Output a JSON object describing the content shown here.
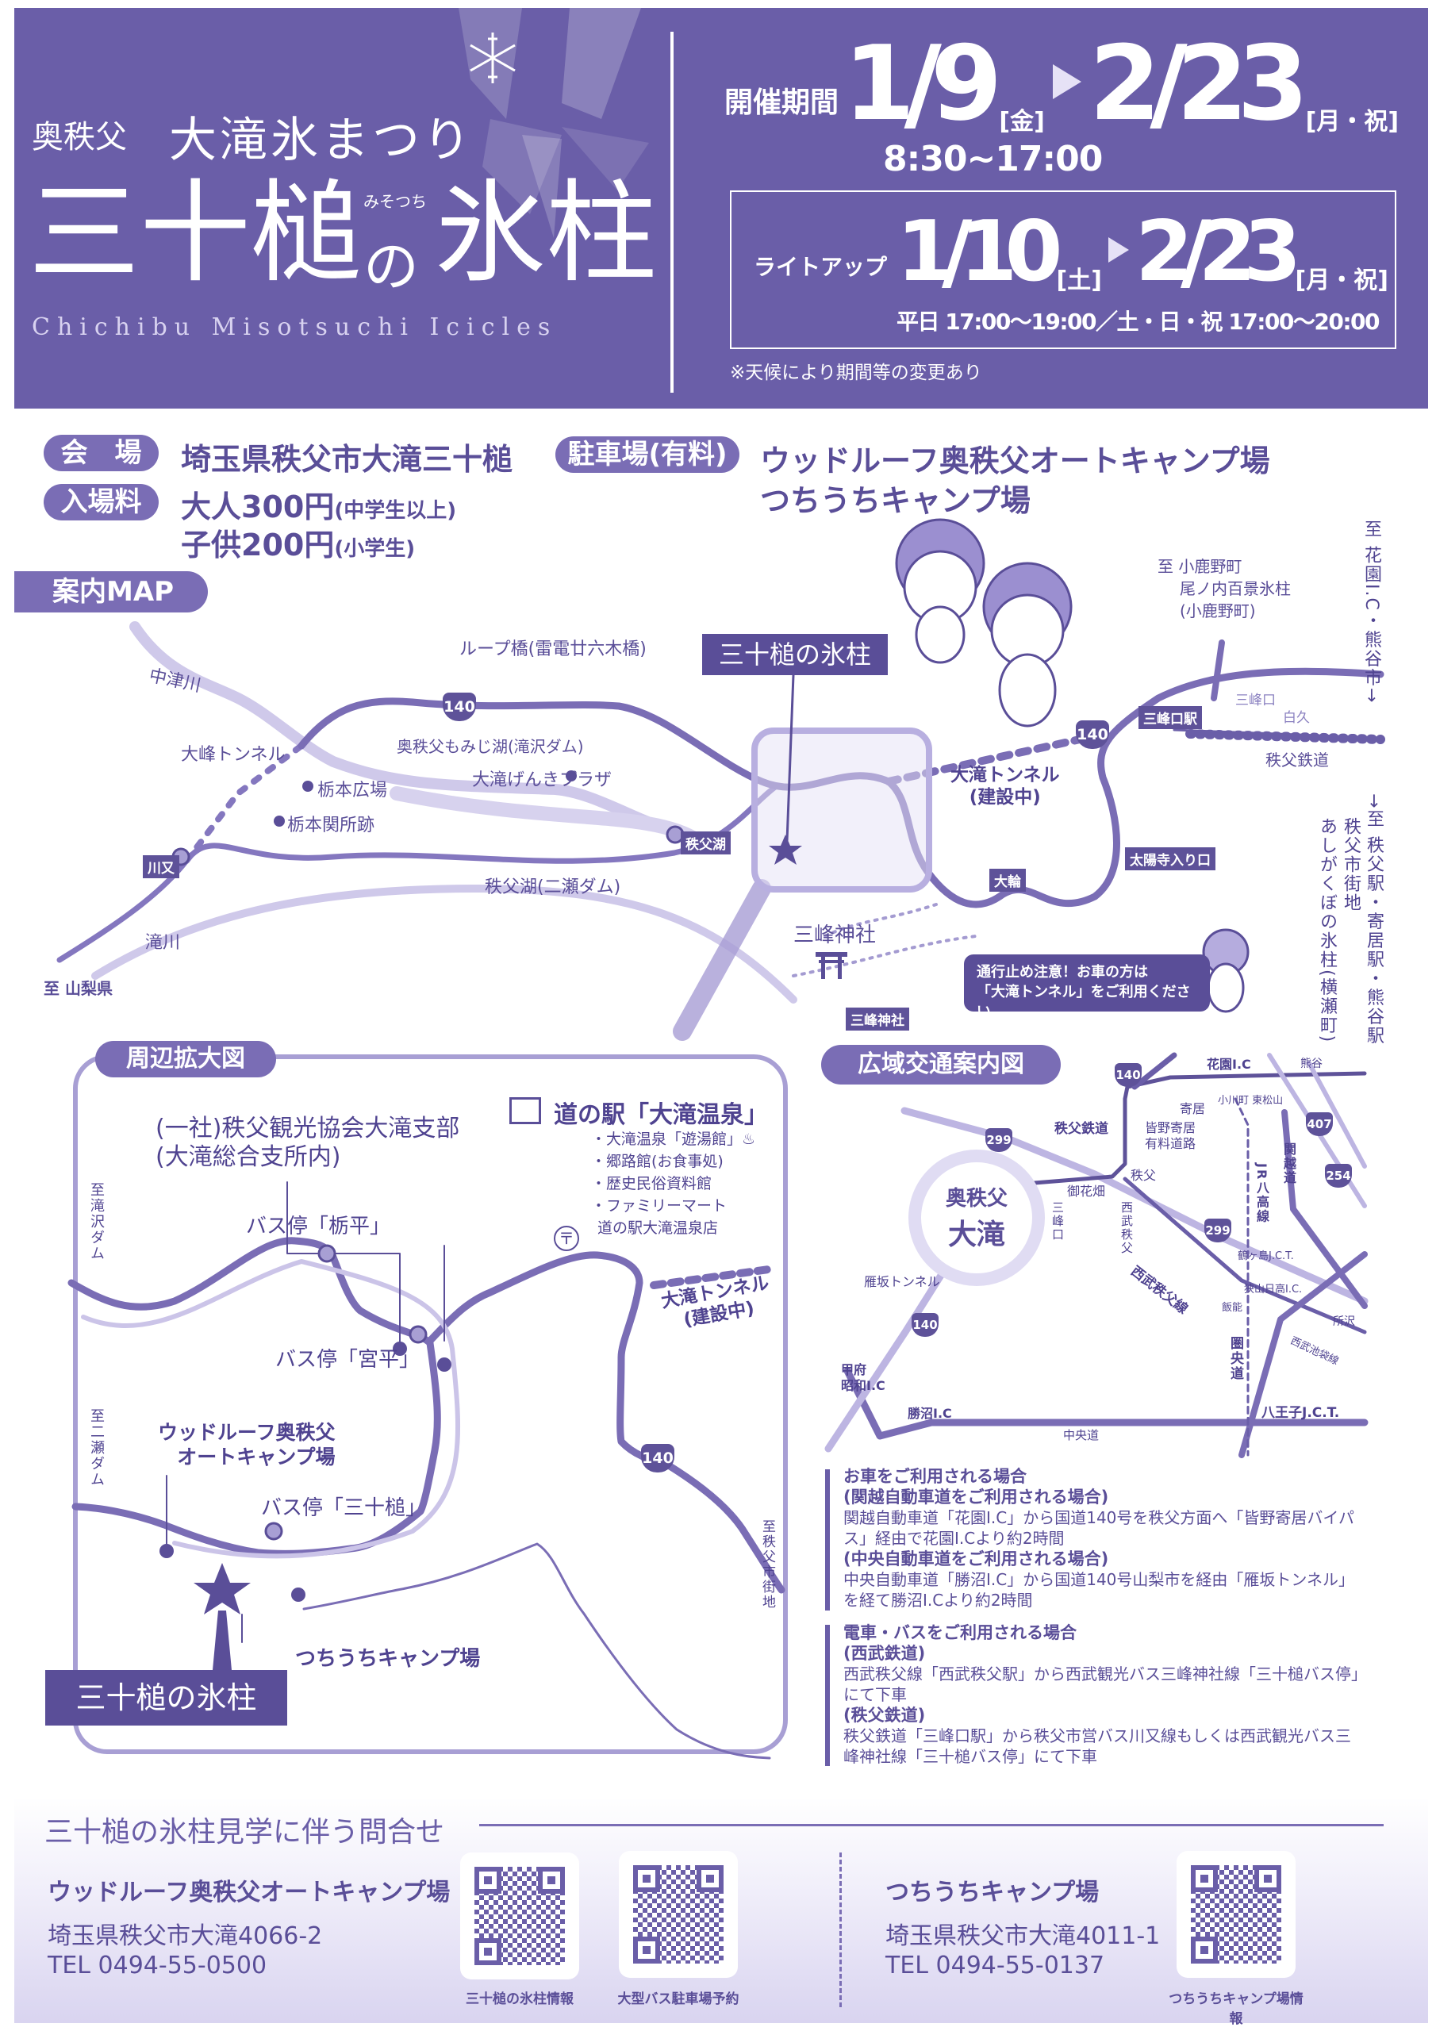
{
  "header": {
    "area": "奥秩父",
    "festival": "大滝氷まつり",
    "title_main": "三十槌",
    "title_ruby": "みそつち",
    "title_no": "の",
    "title_end": "氷柱",
    "english": "Chichibu Misotsuchi Icicles",
    "period_label": "開催期間",
    "period_start": "1/9",
    "period_start_day": "[金]",
    "period_end": "2/23",
    "period_end_day": "[月・祝]",
    "period_hours": "8:30~17:00",
    "lightup_label": "ライトアップ",
    "lightup_start": "1/10",
    "lightup_start_day": "[土]",
    "lightup_end": "2/23",
    "lightup_end_day": "[月・祝]",
    "lightup_hours": "平日 17:00～19:00／土・日・祝 17:00～20:00",
    "note": "※天候により期間等の変更あり"
  },
  "info": {
    "venue_label": "会　場",
    "venue": "埼玉県秩父市大滝三十槌",
    "fee_label": "入場料",
    "fee_adult": "大人300円",
    "fee_adult_note": "(中学生以上)",
    "fee_child": "子供200円",
    "fee_child_note": "(小学生)",
    "parking_label": "駐車場(有料)",
    "parking_1": "ウッドルーフ奥秩父オートキャンプ場",
    "parking_2": "つちうちキャンプ場"
  },
  "map": {
    "tab": "案内MAP",
    "labels": {
      "loop_bridge": "ループ橋(雷電廿六木橋)",
      "nakatsu_river": "中津川",
      "route_140": "140",
      "momiji_lake": "奥秩父もみじ湖(滝沢ダム)",
      "omine_tunnel": "大峰トンネル",
      "genki_plaza": "大滝げんきプラザ",
      "tochimoto_hiroba": "栃本広場",
      "tochimoto_sekisho": "栃本関所跡",
      "chichibu_lake_bus": "秩父湖",
      "kawamata_bus": "川又",
      "chichibu_lake_dam": "秩父湖(二瀬ダム)",
      "taki_river": "滝川",
      "to_yamanashi": "至 山梨県",
      "spot_callout": "三十槌の氷柱",
      "otaki_tunnel": "大滝トンネル",
      "under_construction": "(建設中)",
      "route_140b": "140",
      "mitsuminekuchi_station": "三峰口駅",
      "mitsuminekuchi": "三峰口",
      "shiroku": "白久",
      "chichibu_railway": "秩父鉄道",
      "taiyoji_bus": "太陽寺入り口",
      "owa_bus": "大輪",
      "mitsumine_shrine": "三峰神社",
      "mitsumine_bus": "三峰神社",
      "warning_1": "通行止め注意！お車の方は",
      "warning_2": "「大滝トンネル」をご利用ください",
      "to_ogano_1": "至 小鹿野町",
      "to_ogano_2": "尾ノ内百景氷柱",
      "to_ogano_3": "(小鹿野町)",
      "to_hanazono": "至 花園I.C・熊谷市→",
      "to_chichibu": "→至 秩父駅・寄居駅・熊谷駅",
      "chichibu_city": "秩父市街地",
      "ashigakubo": "あしがくぼの氷柱(横瀬町)"
    }
  },
  "detail_map": {
    "tab": "周辺拡大図",
    "kanko_1": "(一社)秩父観光協会大滝支部",
    "kanko_2": "(大滝総合支所内)",
    "michinoeki": "道の駅「大滝温泉」",
    "michinoeki_items": [
      "・大滝温泉「遊湯館」♨",
      "・郷路館(お食事処)",
      "・歴史民俗資料館",
      "・ファミリーマート",
      "道の駅大滝温泉店"
    ],
    "to_takizawa": "至滝沢ダム",
    "bus_tochidaira": "バス停「栃平」",
    "bus_miyadaira": "バス停「宮平」",
    "post_office": "〒",
    "tunnel": "大滝トンネル",
    "tunnel_note": "(建設中)",
    "to_futase": "至二瀬ダム",
    "woodroof_1": "ウッドルーフ奥秩父",
    "woodroof_2": "オートキャンプ場",
    "route_140": "140",
    "bus_misotsuchi": "バス停「三十槌」",
    "to_chichibu_city": "至秩父市街地",
    "tsuchiuchi": "つちうちキャンプ場",
    "spot": "三十槌の氷柱"
  },
  "wide_map": {
    "tab": "広域交通案内図",
    "center_1": "奥秩父",
    "center_2": "大滝",
    "labels": {
      "hanazono": "花園I.C",
      "kumagaya": "熊谷",
      "r140": "140",
      "yorii": "寄居",
      "ogawa": "小川町 東松山",
      "r407": "407",
      "chichibu_rail": "秩父鉄道",
      "minano_1": "皆野寄居",
      "minano_2": "有料道路",
      "r299": "299",
      "chichibu": "秩父",
      "ohanabatake": "御花畑",
      "mitsuminekuchi": "三峰口",
      "seibu_chichibu": "西武秩父",
      "jr_hachiko": "JR八高線",
      "kanetsu": "関越道",
      "r254": "254",
      "r299b": "299",
      "tsurugashima": "鶴ヶ島J.C.T.",
      "seibu_line": "西武秩父線",
      "sayama": "狭山日高I.C.",
      "hanno": "飯能",
      "tokorozawa": "所沢",
      "ikebukuro": "西武池袋線",
      "karisaka": "雁坂トンネル",
      "r140b": "140",
      "kenodo": "圏央道",
      "kofu": "甲府",
      "kofu_2": "昭和I.C",
      "katsunuma": "勝沼I.C",
      "chuo": "中央道",
      "hachioji": "八王子J.C.T."
    }
  },
  "access": {
    "car_title": "お車をご利用される場合",
    "kanetsu_title": "(関越自動車道をご利用される場合)",
    "kanetsu_text": "関越自動車道「花園I.C」から国道140号を秩父方面へ「皆野寄居バイパス」経由で花園I.Cより約2時間",
    "chuo_title": "(中央自動車道をご利用される場合)",
    "chuo_text": "中央自動車道「勝沼I.C」から国道140号山梨市を経由「雁坂トンネル」を経て勝沼I.Cより約2時間",
    "train_title": "電車・バスをご利用される場合",
    "seibu_title": "(西武鉄道)",
    "seibu_text": "西武秩父線「西武秩父駅」から西武観光バス三峰神社線「三十槌バス停」にて下車",
    "chichibu_title": "(秩父鉄道)",
    "chichibu_text": "秩父鉄道「三峰口駅」から秩父市営バス川又線もしくは西武観光バス三峰神社線「三十槌バス停」にて下車"
  },
  "contact": {
    "title": "三十槌の氷柱見学に伴う問合せ",
    "left": {
      "name": "ウッドルーフ奥秩父オートキャンプ場",
      "address": "埼玉県秩父市大滝4066-2",
      "tel": "TEL 0494-55-0500"
    },
    "qr_1": "三十槌の氷柱情報",
    "qr_2": "大型バス駐車場予約",
    "right": {
      "name": "つちうちキャンプ場",
      "address": "埼玉県秩父市大滝4011-1",
      "tel": "TEL 0494-55-0137"
    },
    "qr_3": "つちうちキャンプ場情報"
  },
  "colors": {
    "primary": "#6a5ea8",
    "text": "#4f4390",
    "light": "#c9c2e6"
  }
}
